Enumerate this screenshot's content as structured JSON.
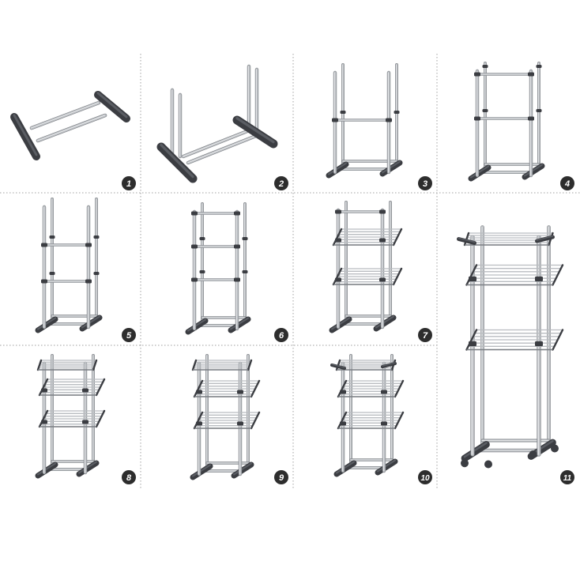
{
  "colors": {
    "background": "#ffffff",
    "divider": "#a0a0a0",
    "pole": "#b9bcc0",
    "pole_highlight": "#e4e6e8",
    "pole_shadow": "#7b7f84",
    "plastic": "#3b3d42",
    "plastic_light": "#5a5d63",
    "badge": "#2d2d2d",
    "badge_text": "#ffffff"
  },
  "steps": [
    {
      "label": "1",
      "stage": "base-flat"
    },
    {
      "label": "2",
      "stage": "base-with-poles"
    },
    {
      "label": "3",
      "stage": "first-crossbar"
    },
    {
      "label": "4",
      "stage": "three-crossbars"
    },
    {
      "label": "5",
      "stage": "extended-poles"
    },
    {
      "label": "6",
      "stage": "top-rail"
    },
    {
      "label": "7",
      "stage": "two-shelves"
    },
    {
      "label": "8",
      "stage": "three-shelves-top-deck"
    },
    {
      "label": "9",
      "stage": "three-shelves-top-deck-wide"
    },
    {
      "label": "10",
      "stage": "wings-folded"
    },
    {
      "label": "11",
      "stage": "complete-rack-wheels"
    }
  ]
}
